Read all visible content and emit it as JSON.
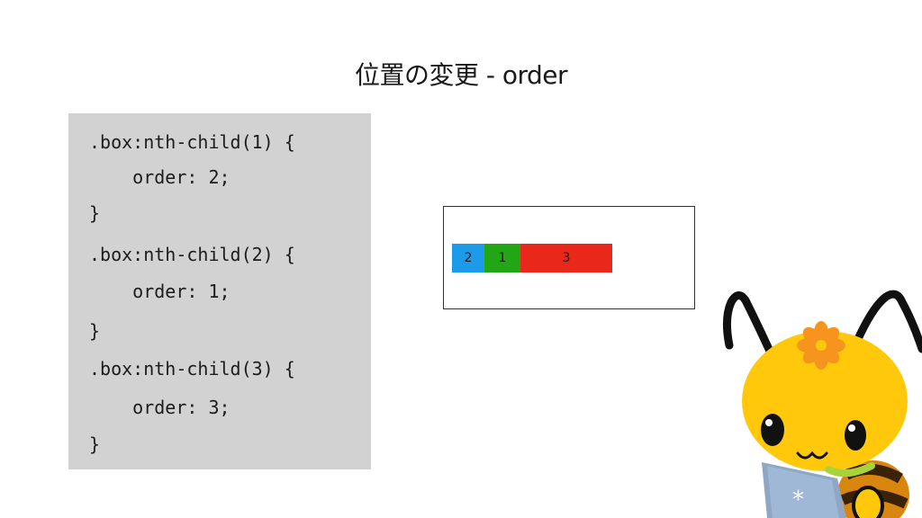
{
  "title": "位置の変更 - order",
  "code_lines": [
    ".box:nth-child(1) {",
    "    order: 2;",
    "}",
    ".box:nth-child(2) {",
    "    order: 1;",
    "}",
    ".box:nth-child(3) {",
    "    order: 3;",
    "}"
  ],
  "demo": {
    "boxes": [
      {
        "label": "2",
        "color": "#1e9be8"
      },
      {
        "label": "1",
        "color": "#22a616"
      },
      {
        "label": "3",
        "color": "#e9281b"
      }
    ]
  },
  "mascot": {
    "icon": "bee-mascot-icon",
    "laptop_icon": "laptop-icon"
  }
}
